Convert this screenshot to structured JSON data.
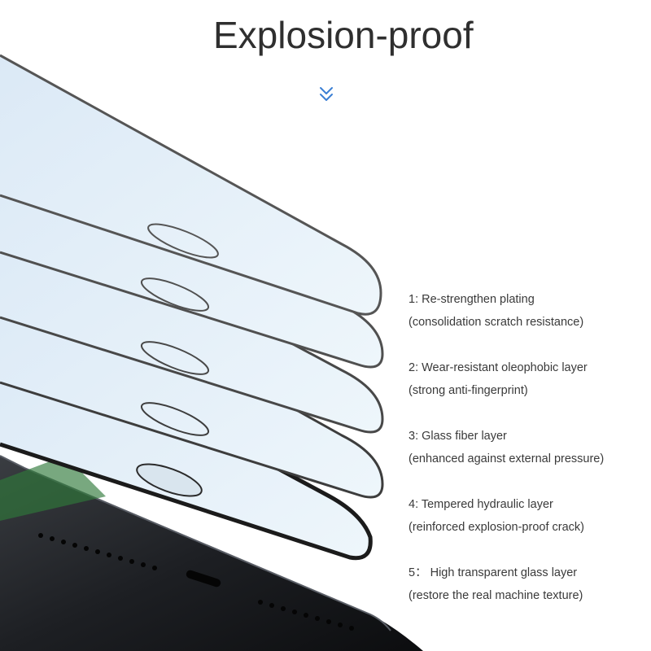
{
  "title": "Explosion-proof",
  "icons": {
    "scroll_indicator": "double-chevron-down-icon",
    "accent": "#3b7fd4"
  },
  "layers": [
    {
      "name": "1:  Re-strengthen plating",
      "desc": "(consolidation scratch resistance)"
    },
    {
      "name": "2:  Wear-resistant oleophobic layer",
      "desc": "(strong anti-fingerprint)"
    },
    {
      "name": "3:  Glass fiber layer",
      "desc": "(enhanced against external pressure)"
    },
    {
      "name": "4:  Tempered hydraulic layer",
      "desc": "(reinforced explosion-proof crack)"
    },
    {
      "name": "5：  High transparent glass layer",
      "desc": "(restore the real machine texture)"
    }
  ]
}
